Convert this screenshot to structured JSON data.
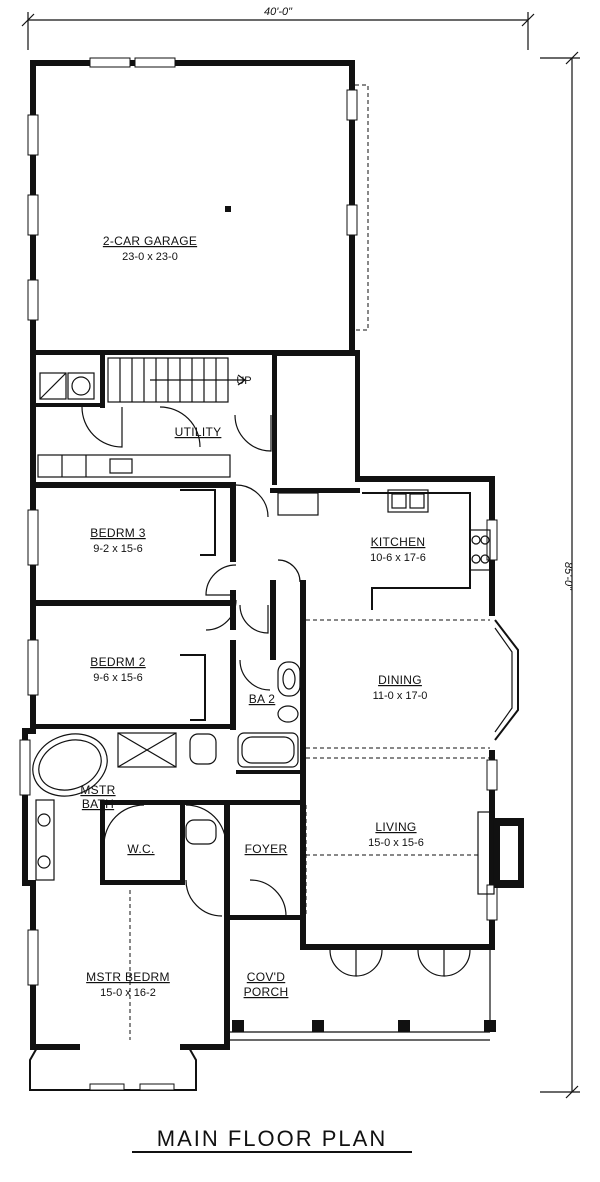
{
  "dimensions": {
    "width": "40'-0\"",
    "depth": "85'-0\""
  },
  "rooms": {
    "garage": {
      "name": "2-CAR GARAGE",
      "size": "23-0 x 23-0"
    },
    "utility": {
      "name": "UTILITY"
    },
    "up": {
      "label": "UP"
    },
    "bedrm3": {
      "name": "BEDRM 3",
      "size": "9-2 x 15-6"
    },
    "bedrm2": {
      "name": "BEDRM 2",
      "size": "9-6 x 15-6"
    },
    "kitchen": {
      "name": "KITCHEN",
      "size": "10-6 x 17-6"
    },
    "dining": {
      "name": "DINING",
      "size": "11-0 x 17-0"
    },
    "ba2": {
      "name": "BA 2"
    },
    "mstrbath": {
      "name": "MSTR BATH",
      "line1": "MSTR",
      "line2": "BATH"
    },
    "wc": {
      "name": "W.C."
    },
    "foyer": {
      "name": "FOYER"
    },
    "living": {
      "name": "LIVING",
      "size": "15-0 x 15-6"
    },
    "mstrbedrm": {
      "name": "MSTR BEDRM",
      "size": "15-0 x 16-2"
    },
    "porch": {
      "name": "COV'D PORCH",
      "line1": "COV'D",
      "line2": "PORCH"
    }
  },
  "title": "MAIN FLOOR PLAN"
}
